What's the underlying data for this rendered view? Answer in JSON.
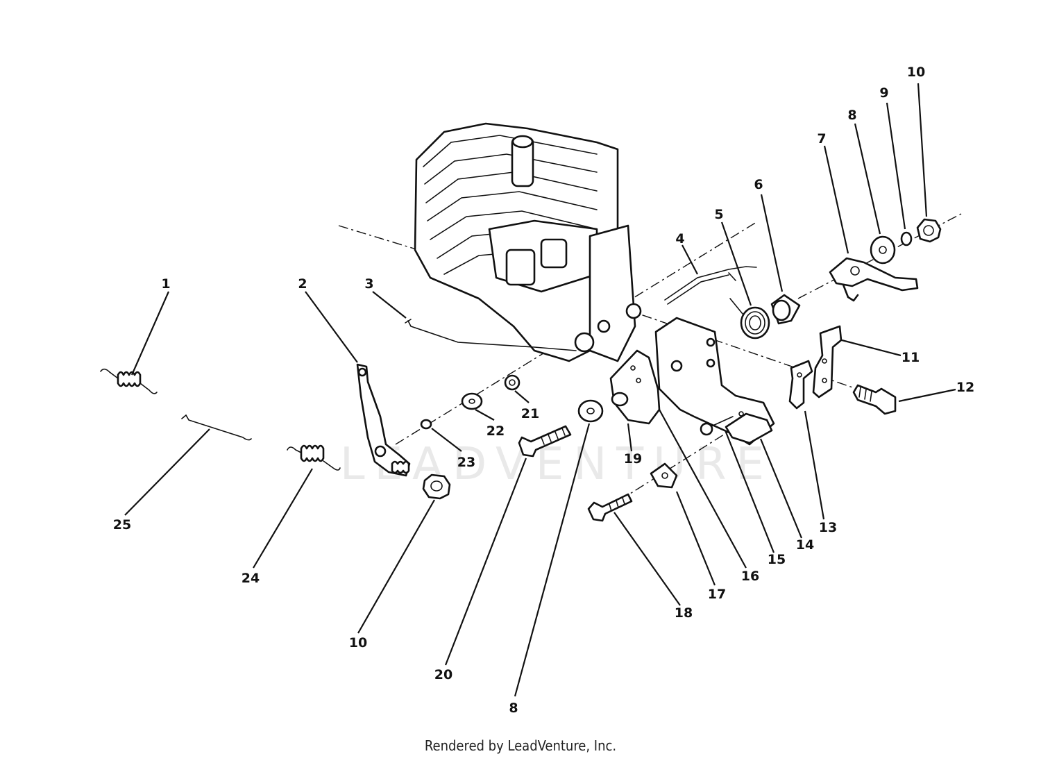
{
  "watermark_text": "LEADVENTURE",
  "footer_text": "Rendered by LeadVenture, Inc.",
  "callouts": [
    "1",
    "2",
    "3",
    "4",
    "5",
    "6",
    "7",
    "8",
    "9",
    "10",
    "11",
    "12",
    "13",
    "14",
    "15",
    "16",
    "17",
    "18",
    "19",
    "20",
    "21",
    "22",
    "23",
    "24",
    "25",
    "10",
    "8"
  ]
}
